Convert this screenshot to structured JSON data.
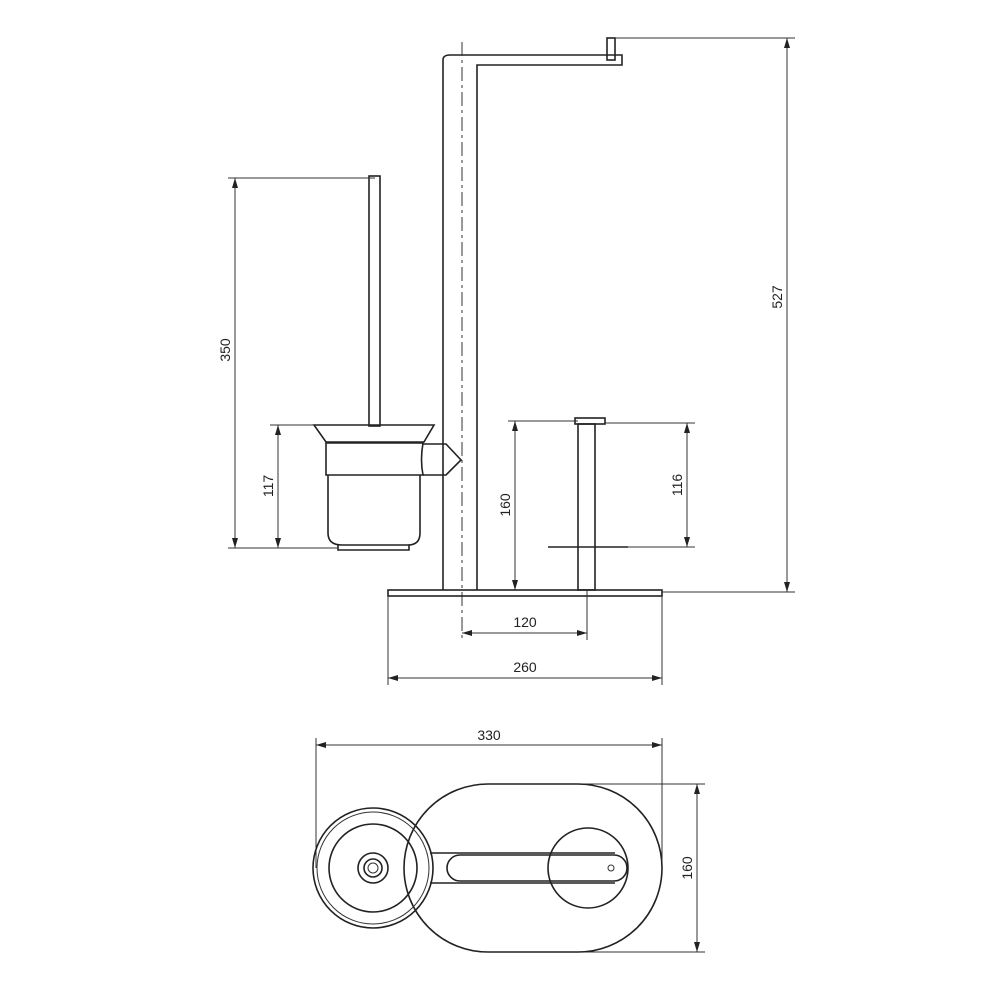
{
  "dimensions": {
    "total_height": "527",
    "brush_height": "350",
    "cup_height": "117",
    "holder_height": "160",
    "roll_height": "116",
    "post_spacing": "120",
    "base_width": "260",
    "overall_width": "330",
    "depth": "160"
  }
}
